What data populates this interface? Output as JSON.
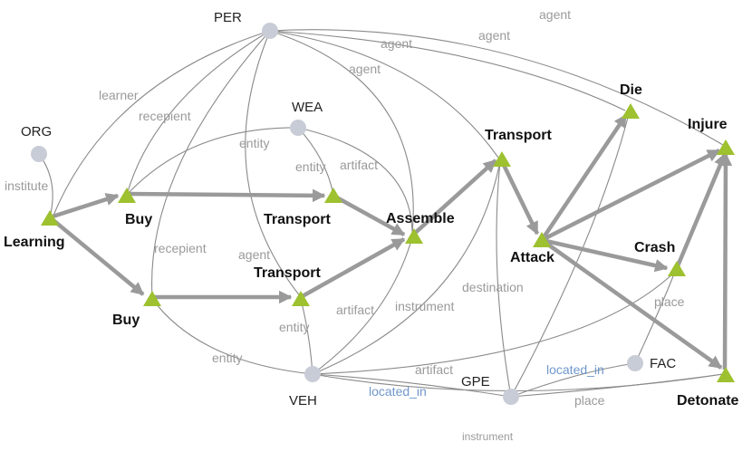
{
  "entities": [
    {
      "id": "per",
      "label": "PER"
    },
    {
      "id": "org",
      "label": "ORG"
    },
    {
      "id": "wea",
      "label": "WEA"
    },
    {
      "id": "veh",
      "label": "VEH"
    },
    {
      "id": "gpe",
      "label": "GPE"
    },
    {
      "id": "fac",
      "label": "FAC"
    }
  ],
  "events": [
    {
      "id": "learning",
      "label": "Learning"
    },
    {
      "id": "buy1",
      "label": "Buy"
    },
    {
      "id": "buy2",
      "label": "Buy"
    },
    {
      "id": "transport1",
      "label": "Transport"
    },
    {
      "id": "transport2",
      "label": "Transport"
    },
    {
      "id": "assemble",
      "label": "Assemble"
    },
    {
      "id": "transport3",
      "label": "Transport"
    },
    {
      "id": "attack",
      "label": "Attack"
    },
    {
      "id": "die",
      "label": "Die"
    },
    {
      "id": "injure",
      "label": "Injure"
    },
    {
      "id": "crash",
      "label": "Crash"
    },
    {
      "id": "detonate",
      "label": "Detonate"
    }
  ],
  "argument_labels": [
    {
      "id": "agent-top",
      "text": "agent"
    },
    {
      "id": "agent-2",
      "text": "agent"
    },
    {
      "id": "agent-3",
      "text": "agent"
    },
    {
      "id": "agent-4",
      "text": "agent"
    },
    {
      "id": "agent-5",
      "text": "agent"
    },
    {
      "id": "learner",
      "text": "learner"
    },
    {
      "id": "recepient-1",
      "text": "recepient"
    },
    {
      "id": "recepient-2",
      "text": "recepient"
    },
    {
      "id": "institute",
      "text": "institute"
    },
    {
      "id": "entity-1",
      "text": "entity"
    },
    {
      "id": "entity-2",
      "text": "entity"
    },
    {
      "id": "entity-3",
      "text": "entity"
    },
    {
      "id": "entity-4",
      "text": "entity"
    },
    {
      "id": "artifact-1",
      "text": "artifact"
    },
    {
      "id": "artifact-2",
      "text": "artifact"
    },
    {
      "id": "artifact-3",
      "text": "artifact"
    },
    {
      "id": "instrument-1",
      "text": "instrument"
    },
    {
      "id": "instrument-2",
      "text": "instrument"
    },
    {
      "id": "destination",
      "text": "destination"
    },
    {
      "id": "place-1",
      "text": "place"
    },
    {
      "id": "place-2",
      "text": "place"
    }
  ],
  "relation_labels": [
    {
      "id": "located-in-1",
      "text": "located_in"
    },
    {
      "id": "located-in-2",
      "text": "located_in"
    }
  ],
  "colors": {
    "entity_node": "#c8ccd6",
    "event_node": "#9dc12f",
    "thin_edge": "#8a8a8a",
    "thick_edge": "#9a9a9a",
    "argument_text": "#9a9a9a",
    "relation_text": "#6f97cc"
  }
}
